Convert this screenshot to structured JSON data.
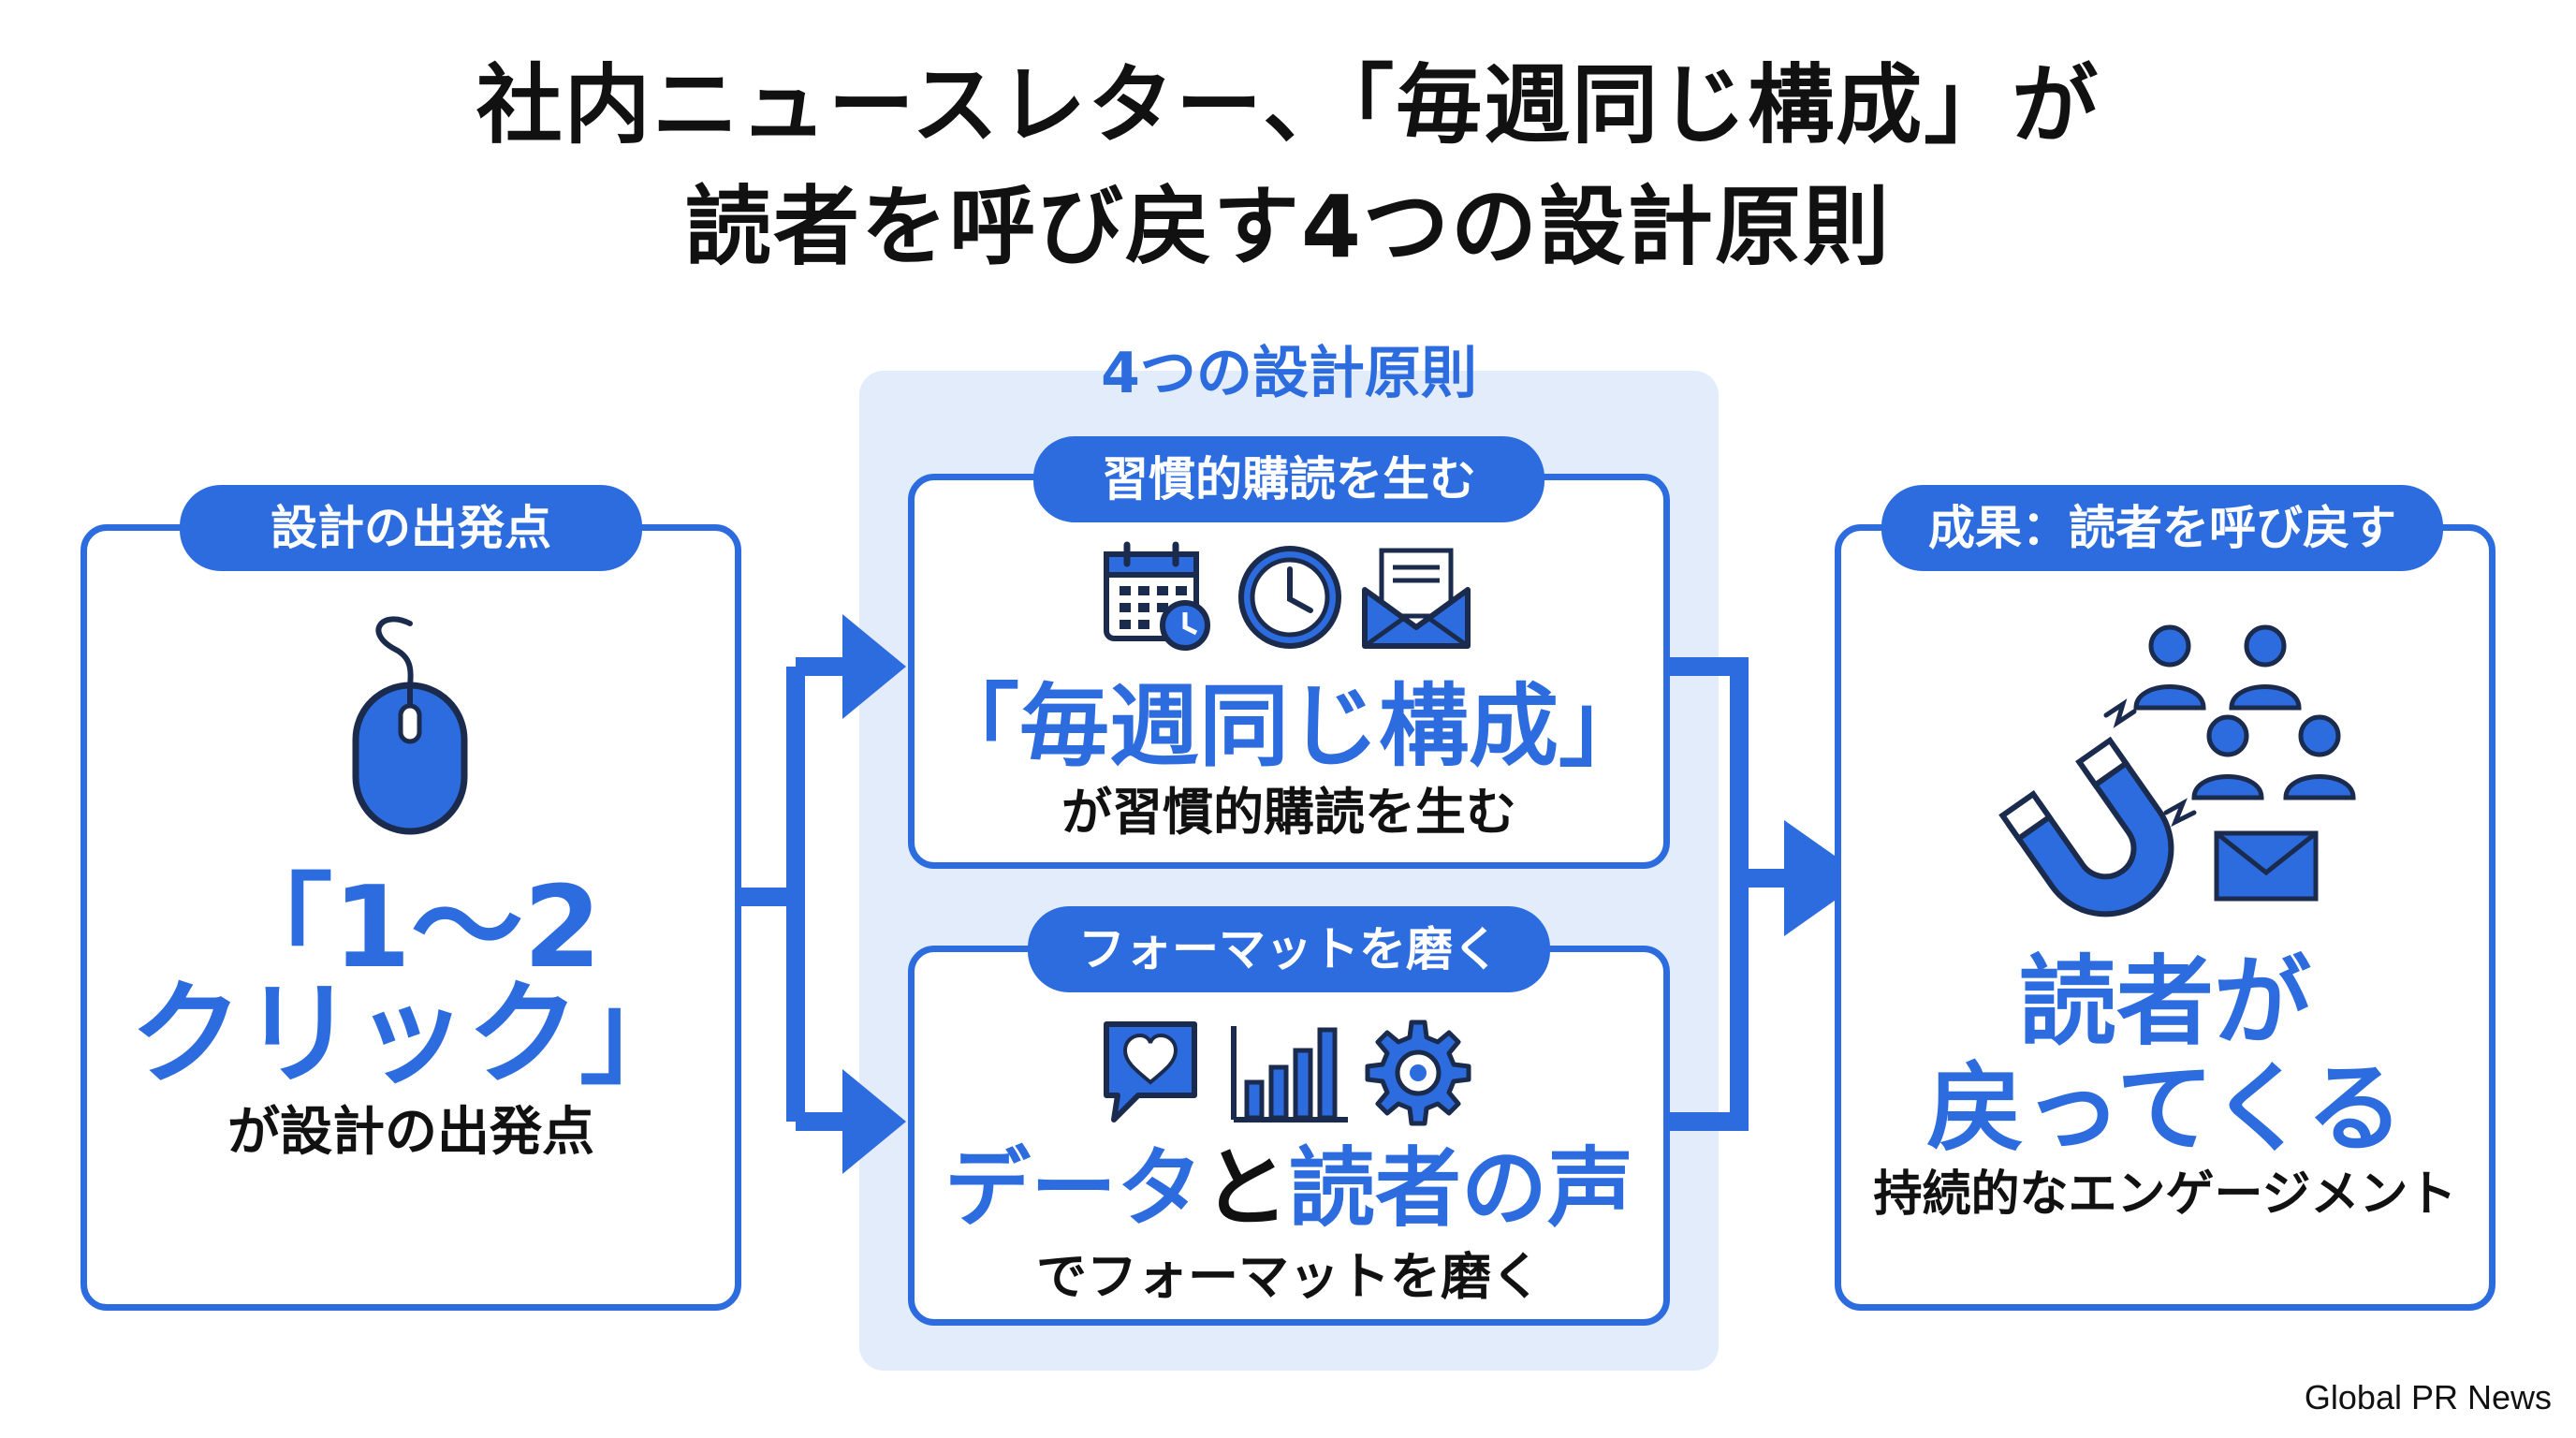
{
  "title": {
    "line1": "社内ニュースレター、「毎週同じ構成」が",
    "line2": "読者を呼び戻す4つの設計原則"
  },
  "left": {
    "pill": "設計の出発点",
    "icon": "mouse-icon",
    "headline_line1": "「1～2",
    "headline_line2": "クリック」",
    "sub": "が設計の出発点"
  },
  "middle": {
    "section_label": "4つの設計原則",
    "top": {
      "pill": "習慣的購読を生む",
      "icons": [
        "calendar-clock-icon",
        "clock-icon",
        "envelope-letter-icon"
      ],
      "headline": "「毎週同じ構成」",
      "sub": "が習慣的購読を生む"
    },
    "bottom": {
      "pill": "フォーマットを磨く",
      "icons": [
        "heart-chat-icon",
        "bar-chart-icon",
        "gear-icon"
      ],
      "headline_part1": "データ",
      "headline_part2": "と",
      "headline_part3": "読者の声",
      "sub": "でフォーマットを磨く"
    }
  },
  "right": {
    "pill": "成果：読者を呼び戻す",
    "icon": "magnet-people-icon",
    "headline_line1": "読者が",
    "headline_line2": "戻ってくる",
    "sub": "持続的なエンゲージメント"
  },
  "source": "Global PR News",
  "colors": {
    "accent": "#2d6cdf",
    "panel_bg": "#e3ecfa",
    "text": "#111111"
  }
}
